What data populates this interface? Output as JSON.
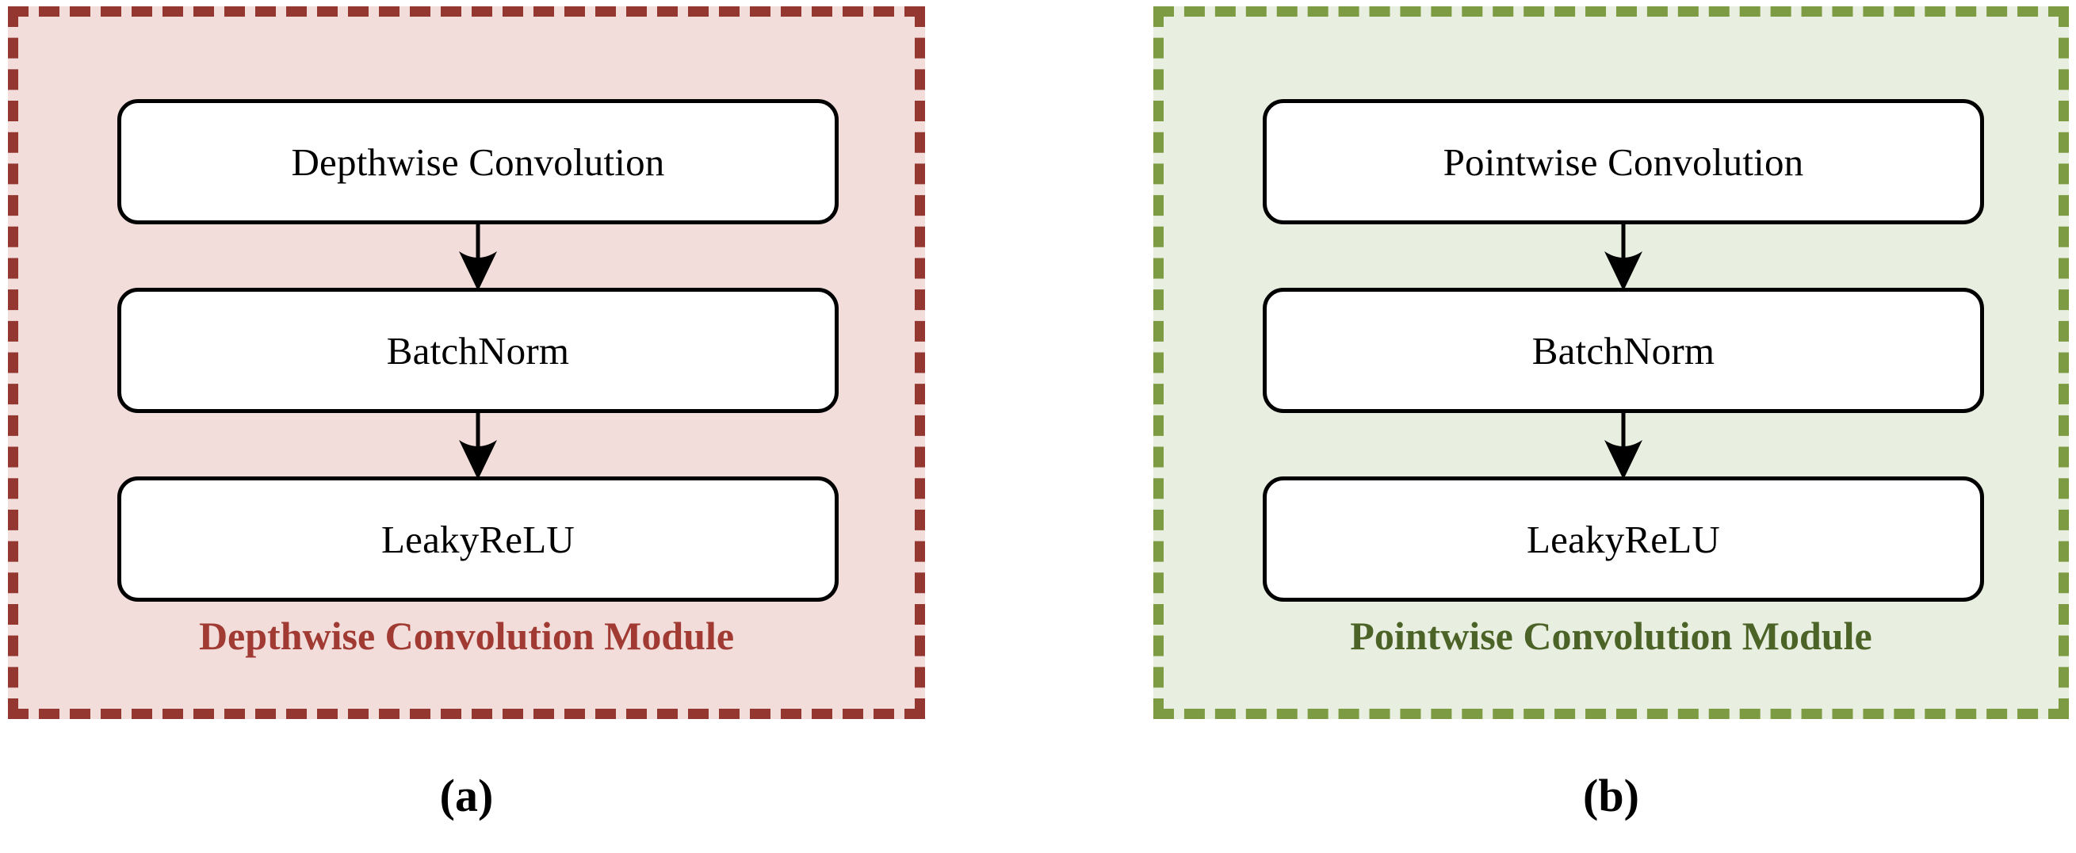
{
  "figure": {
    "background": "#ffffff",
    "panels": [
      {
        "id": "depthwise",
        "module_label": "Depthwise Convolution Module",
        "border_color": "#933730",
        "fill_color": "#F2DDDB",
        "label_color": "#A03A32",
        "subcaption": "(a)",
        "nodes": [
          {
            "label": "Depthwise Convolution"
          },
          {
            "label": "BatchNorm"
          },
          {
            "label": "LeakyReLU"
          }
        ],
        "arrows": [
          {
            "from": "Depthwise Convolution",
            "to": "BatchNorm",
            "direction": "down"
          },
          {
            "from": "BatchNorm",
            "to": "LeakyReLU",
            "direction": "down"
          }
        ]
      },
      {
        "id": "pointwise",
        "module_label": "Pointwise Convolution Module",
        "border_color": "#7D9B42",
        "fill_color": "#E9EFE0",
        "label_color": "#4C6327",
        "subcaption": "(b)",
        "nodes": [
          {
            "label": "Pointwise Convolution"
          },
          {
            "label": "BatchNorm"
          },
          {
            "label": "LeakyReLU"
          }
        ],
        "arrows": [
          {
            "from": "Pointwise Convolution",
            "to": "BatchNorm",
            "direction": "down"
          },
          {
            "from": "BatchNorm",
            "to": "LeakyReLU",
            "direction": "down"
          }
        ]
      }
    ],
    "node_stroke_color": "#000000",
    "node_fill_color": "#ffffff",
    "arrow_color": "#000000"
  }
}
